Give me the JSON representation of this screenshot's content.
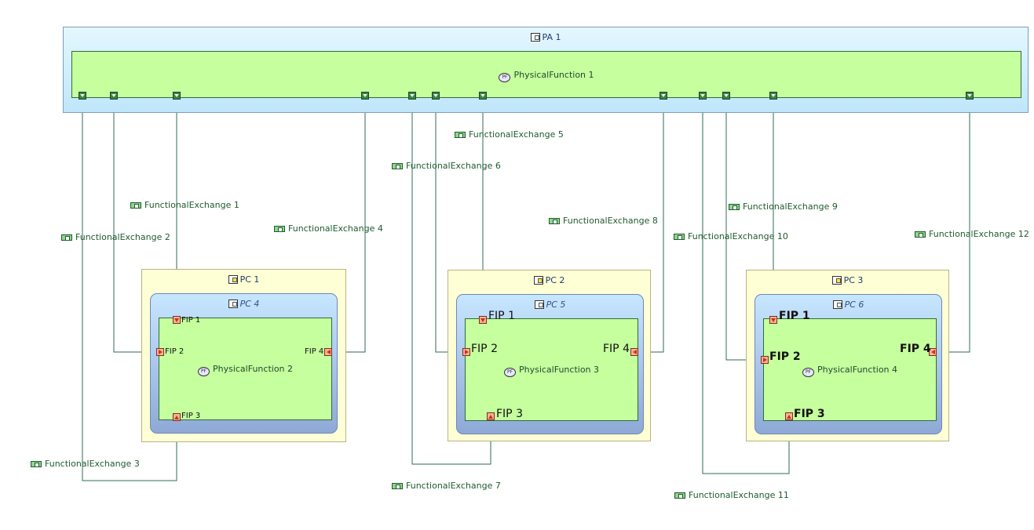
{
  "pa": {
    "label": "PA 1",
    "function_label": "PhysicalFunction 1"
  },
  "components": [
    {
      "outer_label": "PC 1",
      "inner_label": "PC 4",
      "function_label": "PhysicalFunction 2",
      "fips": [
        "FIP 1",
        "FIP 2",
        "FIP 3",
        "FIP 4"
      ]
    },
    {
      "outer_label": "PC 2",
      "inner_label": "PC 5",
      "function_label": "PhysicalFunction 3",
      "fips": [
        "FIP 1",
        "FIP 2",
        "FIP 3",
        "FIP 4"
      ]
    },
    {
      "outer_label": "PC 3",
      "inner_label": "PC 6",
      "function_label": "PhysicalFunction 4",
      "fips": [
        "FIP 1",
        "FIP 2",
        "FIP 3",
        "FIP 4"
      ]
    }
  ],
  "exchanges": [
    "FunctionalExchange 1",
    "FunctionalExchange 2",
    "FunctionalExchange 3",
    "FunctionalExchange 4",
    "FunctionalExchange 5",
    "FunctionalExchange 6",
    "FunctionalExchange 7",
    "FunctionalExchange 8",
    "FunctionalExchange 9",
    "FunctionalExchange 10",
    "FunctionalExchange 11",
    "FunctionalExchange 12"
  ],
  "colors": {
    "pa_fill": "#bfe6fb",
    "function_fill": "#c6ff9e",
    "component_fill": "#ffffd6",
    "inner_component_fill": "#8ea9d6",
    "wire": "#2f6b5a",
    "in_port": "#c8331a",
    "out_port": "#3d7f4a"
  },
  "icons": {
    "component": "physical-component-icon",
    "function": "physical-function-icon",
    "exchange": "functional-exchange-icon"
  }
}
